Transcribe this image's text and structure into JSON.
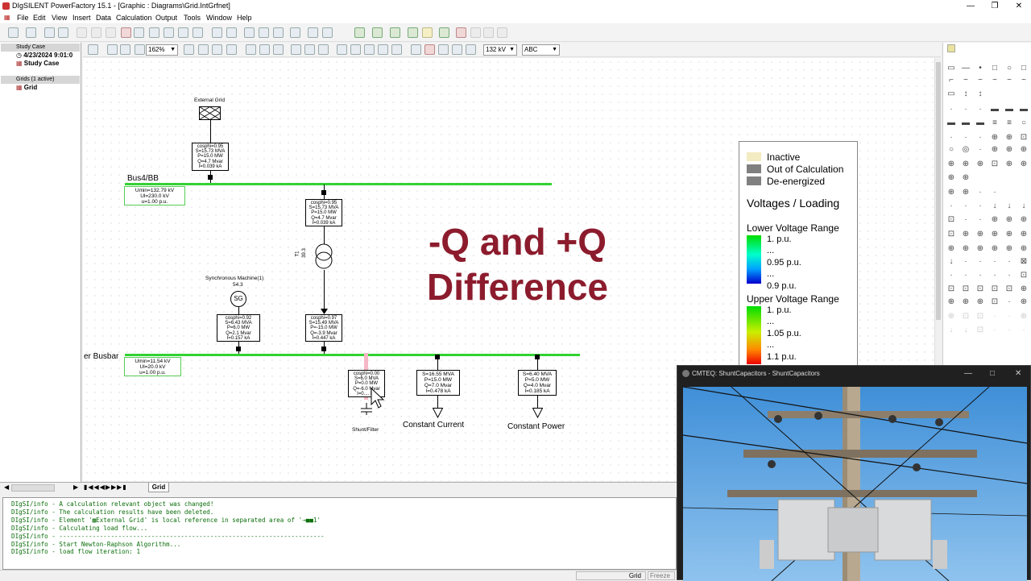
{
  "window": {
    "title": "DIgSILENT PowerFactory 15.1 - [Graphic : Diagrams\\Grid.IntGrfnet]"
  },
  "menu": [
    "File",
    "Edit",
    "View",
    "Insert",
    "Data",
    "Calculation",
    "Output",
    "Tools",
    "Window",
    "Help"
  ],
  "tree": {
    "study_header": "Study Case",
    "study_date": "4/23/2024 9:01:0",
    "study_item": "Study Case",
    "grids_header": "Grids (1 active)",
    "grid_item": "Grid"
  },
  "drawtoolbar": {
    "zoom": "162%",
    "voltage": "132 kV",
    "font": "ABC"
  },
  "diagram": {
    "external_grid": {
      "label": "External Grid",
      "res": [
        "cosphi=0.95",
        "S=15.73 MVA",
        "P=15.0 MW",
        "Q=4.7 Mvar",
        "I=0.039 kA"
      ]
    },
    "bus4": {
      "label": "Bus4/BB",
      "res": [
        "Umin=132.79 kV",
        "Ul=230.0 kV",
        "u=1.00 p.u."
      ]
    },
    "t1_hv": {
      "res": [
        "cosphi=0.95",
        "S=15.73 MVA",
        "P=15.0 MW",
        "Q=4.7 Mvar",
        "I=0.039 kA"
      ]
    },
    "t1": {
      "label": "T1",
      "loading": "39.3"
    },
    "t1_lv": {
      "res": [
        "cosphi=0.97",
        "S=15.49 MVA",
        "P=-15.0 MW",
        "Q=-3.9 Mvar",
        "I=0.447 kA"
      ]
    },
    "sm": {
      "label": "Synchronous Machine(1)",
      "loading": "54.3",
      "symbol": "SG",
      "res": [
        "cosphi=0.92",
        "S=6.43 MVA",
        "P=6.0 MW",
        "Q=2.1 Mvar",
        "I=0.157 kA"
      ]
    },
    "lv_bus": {
      "label": "er Busbar",
      "res": [
        "Umin=11.54 kV",
        "Ul=20.0 kV",
        "u=1.00 p.u."
      ]
    },
    "shunt": {
      "label": "Shunt/Filter",
      "res": [
        "cosphi=0.00",
        "S=6.0 MVA",
        "P=0.0 MW",
        "Q=-6.0 Mvar",
        "I=0.... kA"
      ]
    },
    "load_cc": {
      "label": "Constant Current",
      "res": [
        "S=16.55 MVA",
        "P=15.0 MW",
        "Q=7.0 Mvar",
        "I=0.478 kA"
      ]
    },
    "load_cp": {
      "label": "Constant Power",
      "res": [
        "S=6.40 MVA",
        "P=5.0 MW",
        "Q=4.0 Mvar",
        "I=0.185 kA"
      ]
    }
  },
  "overlay": {
    "line1": "-Q and +Q",
    "line2": "Difference"
  },
  "legend": {
    "inactive": "Inactive",
    "out_of_calc": "Out of Calculation",
    "deenergized": "De-energized",
    "heading": "Voltages / Loading",
    "lower": "Lower Voltage Range",
    "lower_vals": [
      "1. p.u.",
      "...",
      "0.95 p.u.",
      "...",
      "0.9 p.u."
    ],
    "upper": "Upper Voltage Range",
    "upper_vals": [
      "1. p.u.",
      "...",
      "1.05 p.u.",
      "...",
      "1.1 p.u."
    ],
    "colors": {
      "inactive": "#f3ecc2",
      "out": "#808080",
      "deenergized": "#808080"
    }
  },
  "tabs": {
    "active": "Grid"
  },
  "output": [
    "DIgSI/info - A calculation relevant object was changed!",
    "DIgSI/info - The calculation results have been deleted.",
    "DIgSI/info - Element '▦External Grid' is local reference in separated area of '→■■1'",
    "DIgSI/info - Calculating load flow...",
    "DIgSI/info - ------------------------------------------------------------------------",
    "DIgSI/info - Start Newton-Raphson Algorithm...",
    "DIgSI/info - load flow iteration: 1"
  ],
  "status": {
    "grid": "Grid",
    "freeze": "Freeze"
  },
  "video": {
    "title": "CMTEQ: ShuntCapacitors - ShuntCapacitors"
  }
}
